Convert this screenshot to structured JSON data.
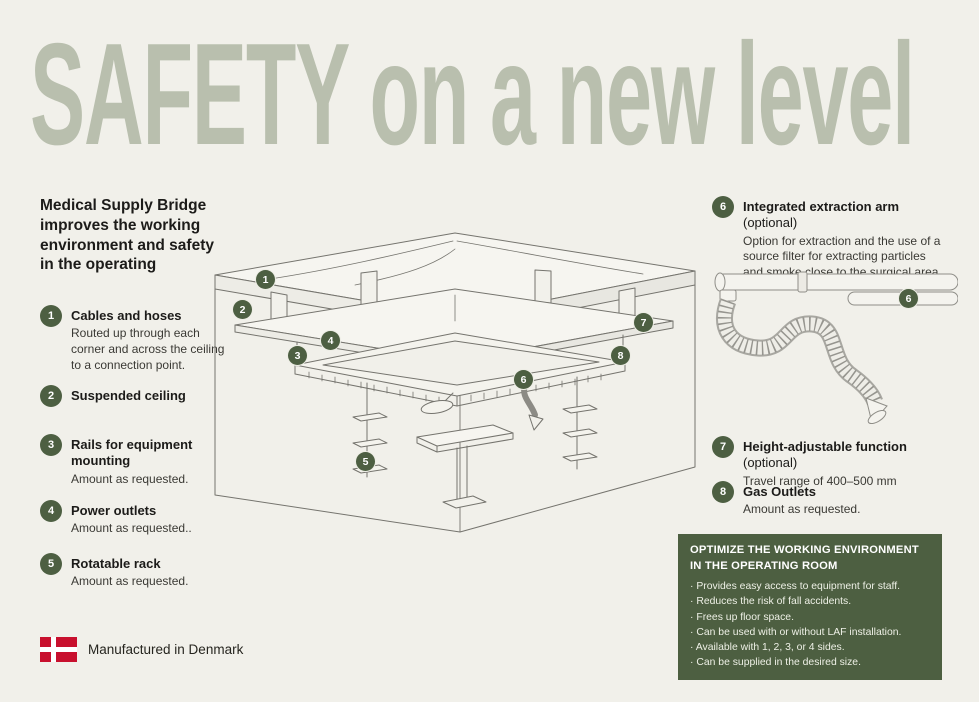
{
  "title": "SAFETY on a new level",
  "intro": {
    "heading": "Medical Supply Bridge improves the working environment and safety in the operating"
  },
  "features_left": [
    {
      "num": "1",
      "title": "Cables and hoses",
      "desc": "Routed up through each corner and across the ceiling to a connection point."
    },
    {
      "num": "2",
      "title": "Suspended ceiling",
      "desc": ""
    },
    {
      "num": "3",
      "title": "Rails for equipment mounting",
      "desc": "Amount as requested."
    },
    {
      "num": "4",
      "title": "Power outlets",
      "desc": "Amount as requested.."
    },
    {
      "num": "5",
      "title": "Rotatable rack",
      "desc": "Amount as requested."
    }
  ],
  "features_right": [
    {
      "num": "6",
      "title": "Integrated extraction arm",
      "suffix": "(optional)",
      "desc": "Option for extraction and the use of a source filter for extracting particles and smoke close to the surgical area."
    },
    {
      "num": "7",
      "title": "Height-adjustable function",
      "suffix": "(optional)",
      "desc": "Travel range of 400–500 mm"
    },
    {
      "num": "8",
      "title": "Gas Outlets",
      "suffix": "",
      "desc": "Amount as requested."
    }
  ],
  "diagram": {
    "callouts": [
      "1",
      "2",
      "3",
      "4",
      "5",
      "6",
      "7",
      "8"
    ],
    "arm_callout": "6"
  },
  "optimize_box": {
    "heading": "OPTIMIZE THE WORKING ENVIRONMENT IN THE OPERATING ROOM",
    "bullets": [
      "· Provides easy access to equipment for staff.",
      "· Reduces the risk of fall accidents.",
      "· Frees up floor space.",
      "· Can be used with or without LAF installation.",
      "· Available with 1, 2, 3, or 4 sides.",
      "· Can be supplied in the desired size."
    ]
  },
  "footer": {
    "text": "Manufactured in Denmark"
  },
  "colors": {
    "background": "#f1f0ea",
    "title": "#b9bfae",
    "accent_green": "#4d5f42",
    "flag_red": "#c8102e"
  }
}
